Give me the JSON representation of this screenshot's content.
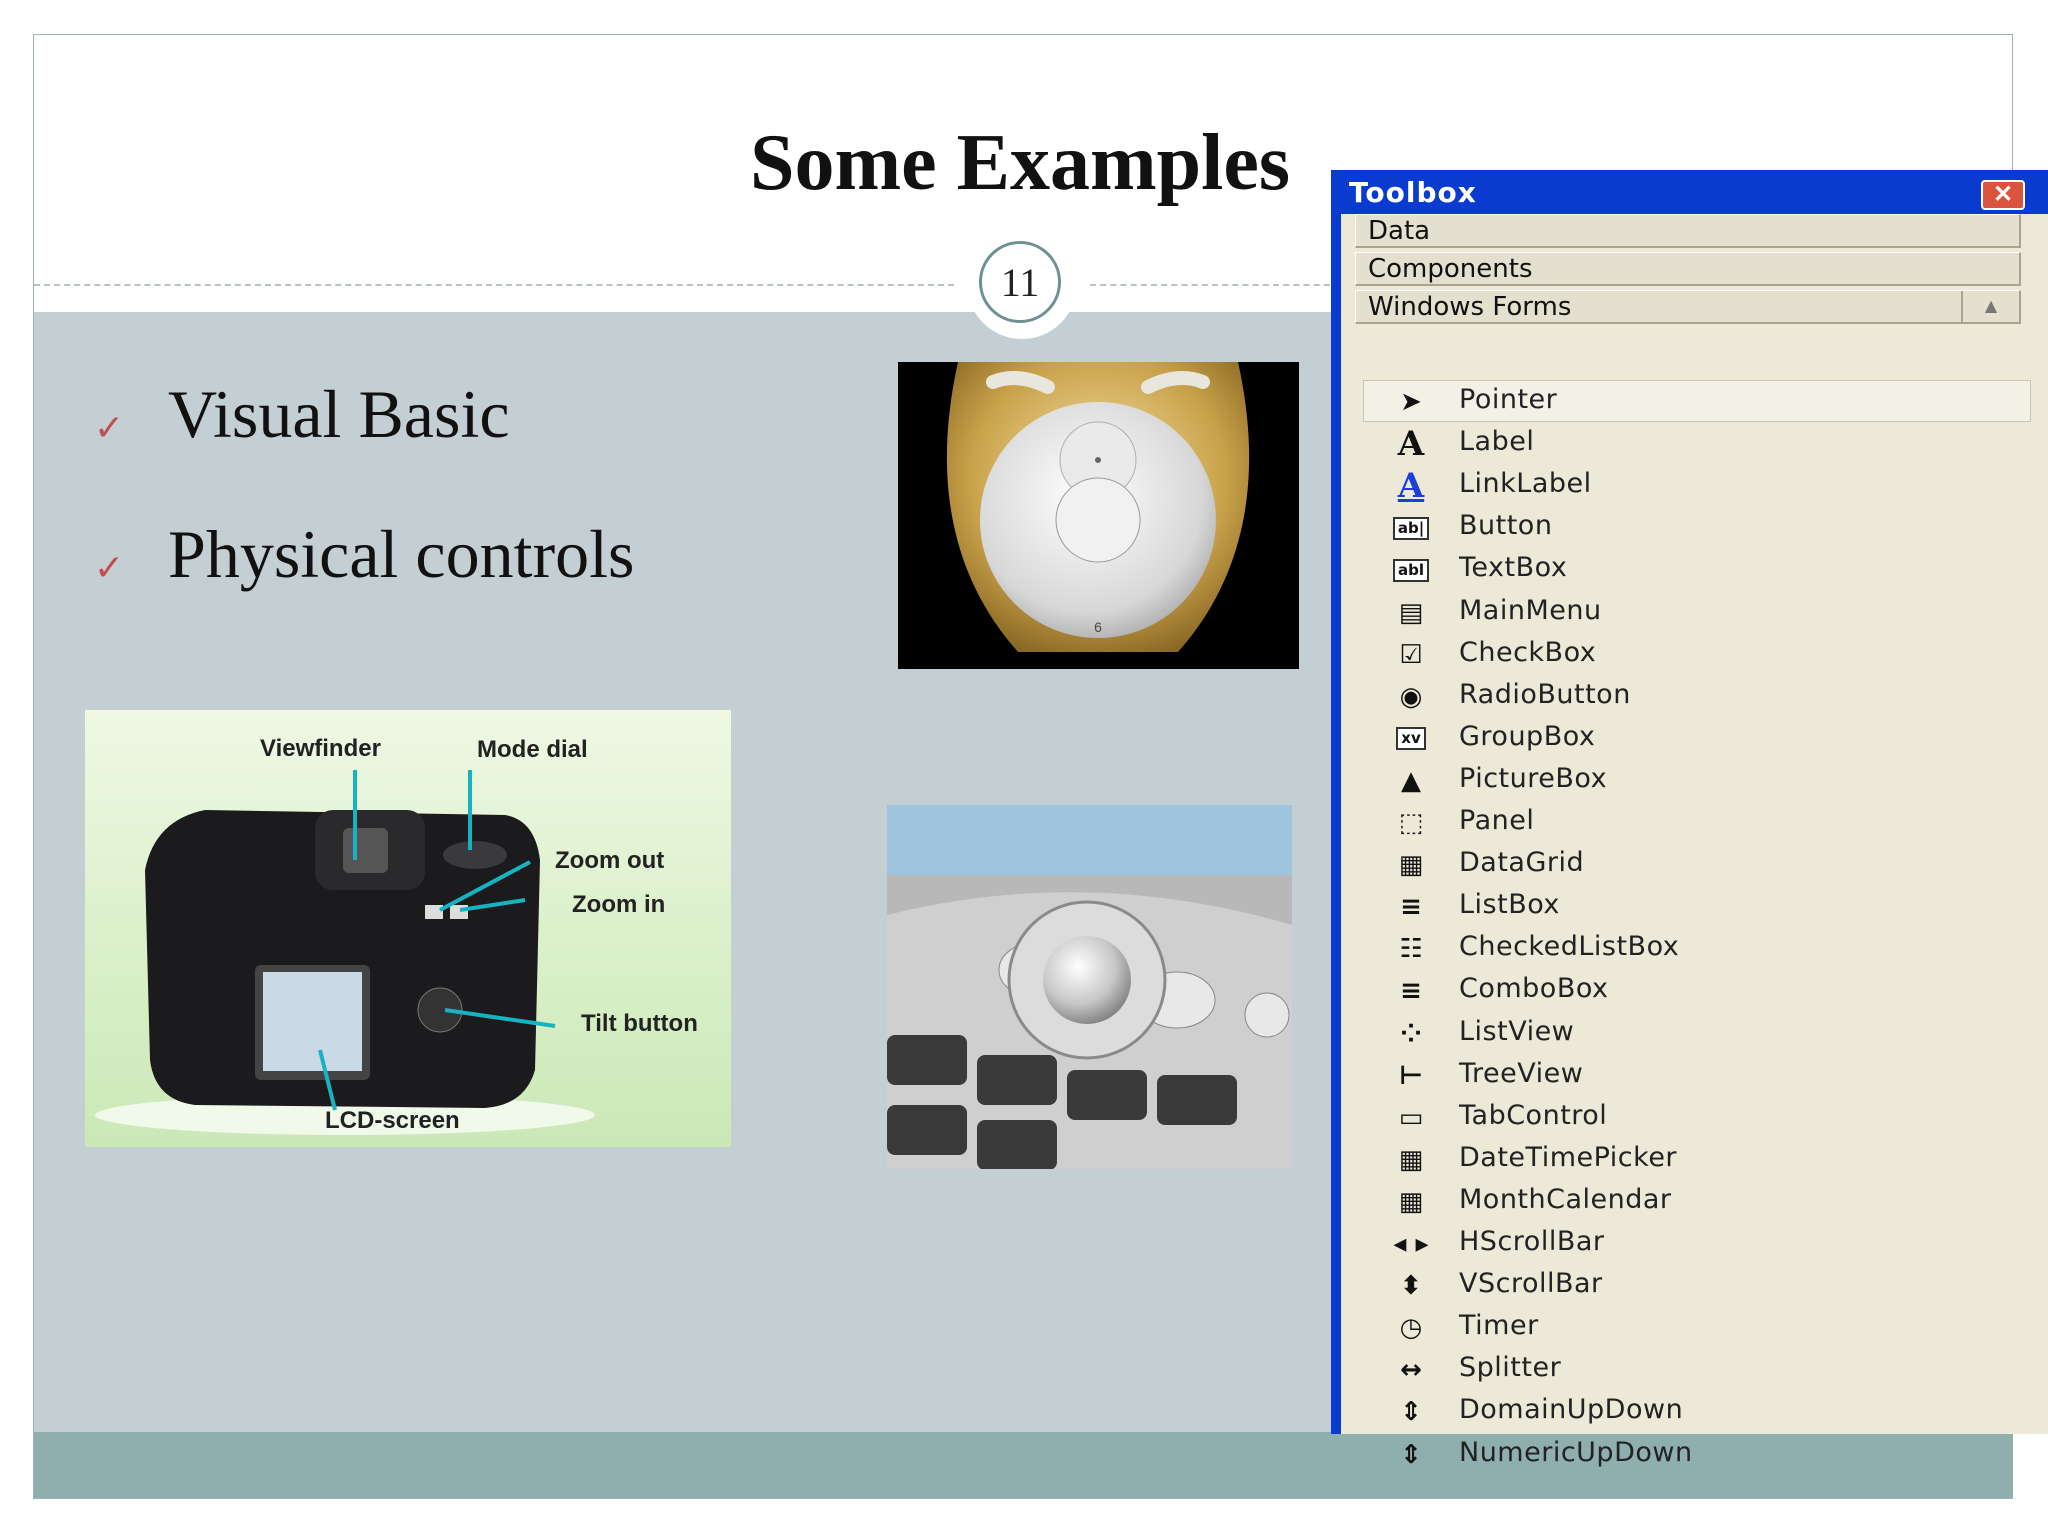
{
  "slide": {
    "title": "Some Examples",
    "page_number": "11",
    "bullets": [
      {
        "mark": "✓",
        "text": "Visual Basic"
      },
      {
        "mark": "✓",
        "text": "Physical controls"
      }
    ]
  },
  "camera_photo": {
    "labels": {
      "viewfinder": "Viewfinder",
      "mode_dial": "Mode dial",
      "zoom_out": "Zoom out",
      "zoom_in": "Zoom in",
      "tilt_button": "Tilt button",
      "lcd_screen": "LCD-screen"
    }
  },
  "toolbox": {
    "title": "Toolbox",
    "close_glyph": "✕",
    "categories": [
      "Data",
      "Components",
      "Windows Forms"
    ],
    "items": [
      {
        "label": "Pointer",
        "icon": "pointer-icon",
        "glyph": "➤"
      },
      {
        "label": "Label",
        "icon": "label-icon",
        "glyph": "A"
      },
      {
        "label": "LinkLabel",
        "icon": "linklabel-icon",
        "glyph": "A"
      },
      {
        "label": "Button",
        "icon": "button-icon",
        "glyph": "ab|"
      },
      {
        "label": "TextBox",
        "icon": "textbox-icon",
        "glyph": "abl"
      },
      {
        "label": "MainMenu",
        "icon": "mainmenu-icon",
        "glyph": "▤"
      },
      {
        "label": "CheckBox",
        "icon": "checkbox-icon",
        "glyph": "☑"
      },
      {
        "label": "RadioButton",
        "icon": "radiobutton-icon",
        "glyph": "◉"
      },
      {
        "label": "GroupBox",
        "icon": "groupbox-icon",
        "glyph": "xv"
      },
      {
        "label": "PictureBox",
        "icon": "picturebox-icon",
        "glyph": "▲"
      },
      {
        "label": "Panel",
        "icon": "panel-icon",
        "glyph": "⬚"
      },
      {
        "label": "DataGrid",
        "icon": "datagrid-icon",
        "glyph": "▦"
      },
      {
        "label": "ListBox",
        "icon": "listbox-icon",
        "glyph": "≡"
      },
      {
        "label": "CheckedListBox",
        "icon": "checkedlistbox-icon",
        "glyph": "☷"
      },
      {
        "label": "ComboBox",
        "icon": "combobox-icon",
        "glyph": "≡"
      },
      {
        "label": "ListView",
        "icon": "listview-icon",
        "glyph": "⁘"
      },
      {
        "label": "TreeView",
        "icon": "treeview-icon",
        "glyph": "⊢"
      },
      {
        "label": "TabControl",
        "icon": "tabcontrol-icon",
        "glyph": "▭"
      },
      {
        "label": "DateTimePicker",
        "icon": "datetimepicker-icon",
        "glyph": "▦"
      },
      {
        "label": "MonthCalendar",
        "icon": "monthcalendar-icon",
        "glyph": "▦"
      },
      {
        "label": "HScrollBar",
        "icon": "hscrollbar-icon",
        "glyph": "◂ ▸"
      },
      {
        "label": "VScrollBar",
        "icon": "vscrollbar-icon",
        "glyph": "⬍"
      },
      {
        "label": "Timer",
        "icon": "timer-icon",
        "glyph": "◷"
      },
      {
        "label": "Splitter",
        "icon": "splitter-icon",
        "glyph": "↔"
      },
      {
        "label": "DomainUpDown",
        "icon": "domainupdown-icon",
        "glyph": "⇕"
      },
      {
        "label": "NumericUpDown",
        "icon": "numericupdown-icon",
        "glyph": "⇕"
      }
    ]
  }
}
